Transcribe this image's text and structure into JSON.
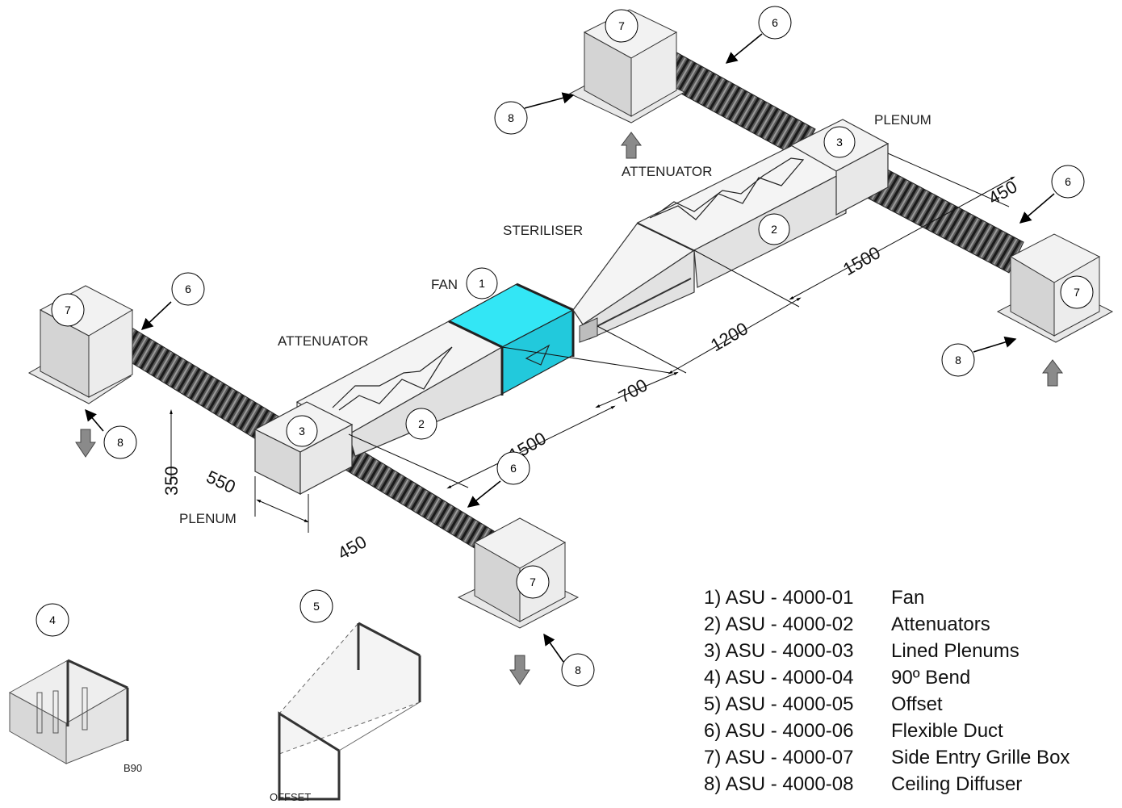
{
  "labels": {
    "fan": "FAN",
    "steriliser": "STERILISER",
    "attenuator_left": "ATTENUATOR",
    "attenuator_right": "ATTENUATOR",
    "plenum_left": "PLENUM",
    "plenum_right": "PLENUM",
    "bend_caption": "B90",
    "offset_caption": "OFFSET"
  },
  "dimensions": {
    "d350": "350",
    "d550": "550",
    "d450_left": "450",
    "d1500_left": "1500",
    "d700": "700",
    "d1200": "1200",
    "d1500_right": "1500",
    "d450_right": "450"
  },
  "callouts": {
    "fan": "1",
    "atten_left": "2",
    "atten_right": "2",
    "plenum_left": "3",
    "plenum_right": "3",
    "bend": "4",
    "offset": "5",
    "duct_left_top": "6",
    "duct_left_bottom": "6",
    "duct_right_top": "6",
    "duct_right_bottom": "6",
    "box_left_top": "7",
    "box_left_bottom": "7",
    "box_right_top": "7",
    "box_right_bottom": "7",
    "diff_left_top": "8",
    "diff_left_bottom": "8",
    "diff_right_top": "8",
    "diff_right_bottom": "8"
  },
  "legend": [
    {
      "code": "1) ASU - 4000-01",
      "name": "Fan"
    },
    {
      "code": "2) ASU - 4000-02",
      "name": "Attenuators"
    },
    {
      "code": "3) ASU - 4000-03",
      "name": "Lined Plenums"
    },
    {
      "code": "4) ASU - 4000-04",
      "name": "90º Bend"
    },
    {
      "code": "5) ASU - 4000-05",
      "name": "Offset"
    },
    {
      "code": "6) ASU - 4000-06",
      "name": "Flexible Duct"
    },
    {
      "code": "7) ASU - 4000-07",
      "name": "Side Entry Grille Box"
    },
    {
      "code": "8) ASU - 4000-08",
      "name": "Ceiling Diffuser"
    }
  ],
  "colors": {
    "fan": "#2ee0f0",
    "duct_light": "#f4f4f4",
    "duct_mid": "#e2e2e2",
    "duct_dark": "#c8c8c8",
    "flex": "#3a3a3a",
    "arrow_fill": "#8a8a8a"
  }
}
